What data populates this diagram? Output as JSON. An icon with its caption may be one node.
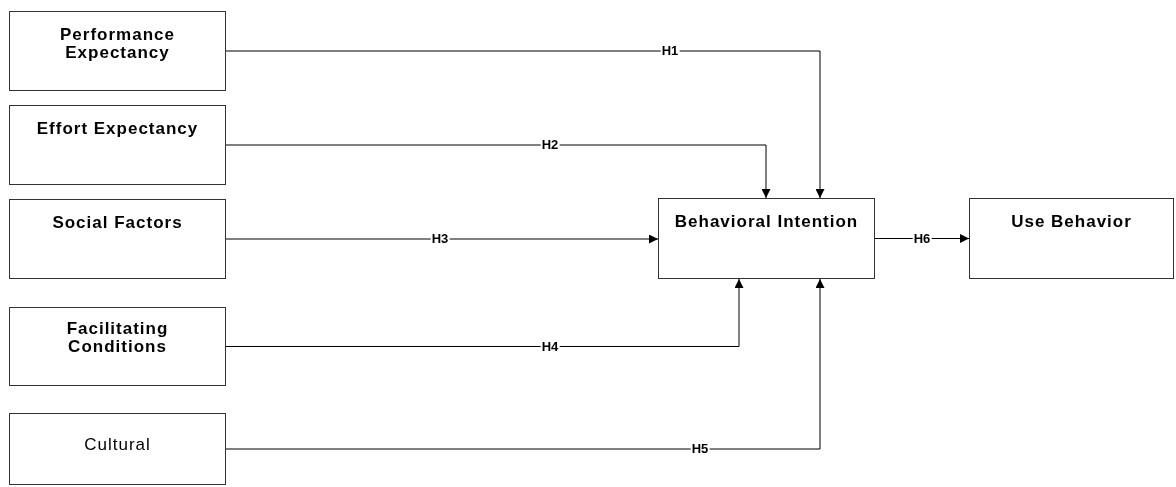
{
  "diagram": {
    "nodes": [
      {
        "text": [
          "Performance Expectancy"
        ]
      },
      {
        "text": [
          "Effort Expectancy"
        ]
      },
      {
        "text": [
          "Social Factors"
        ]
      },
      {
        "text": [
          "Facilitating Conditions"
        ]
      },
      {
        "text": [
          "Cultural"
        ]
      },
      {
        "text": [
          "Behavioral Intention"
        ]
      },
      {
        "text": [
          "Use Behavior"
        ]
      }
    ],
    "edges": [
      {
        "from": 0,
        "to": 5,
        "arrow": "to",
        "label": "H1"
      },
      {
        "from": 1,
        "to": 5,
        "arrow": "to",
        "label": "H2"
      },
      {
        "from": 2,
        "to": 5,
        "arrow": "to",
        "label": "H3"
      },
      {
        "from": 3,
        "to": 5,
        "arrow": "to",
        "label": "H4"
      },
      {
        "from": 4,
        "to": 5,
        "arrow": "to",
        "label": "H5"
      },
      {
        "from": 5,
        "to": 6,
        "arrow": "to",
        "label": "H6"
      }
    ]
  }
}
